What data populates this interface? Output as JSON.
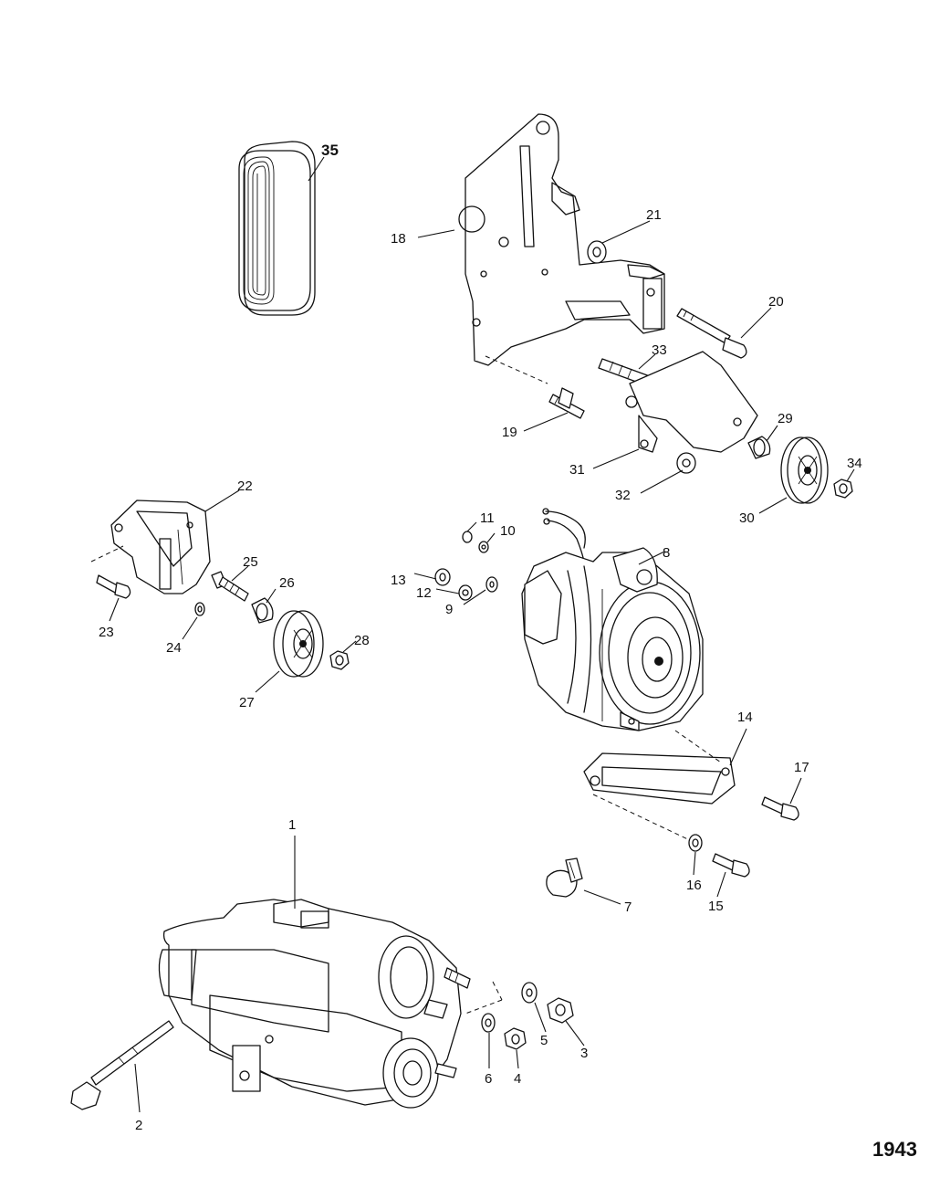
{
  "figure_number": "1943",
  "callouts": {
    "c1": "1",
    "c2": "2",
    "c3": "3",
    "c4": "4",
    "c5": "5",
    "c6": "6",
    "c7": "7",
    "c8": "8",
    "c9": "9",
    "c10": "10",
    "c11": "11",
    "c12": "12",
    "c13": "13",
    "c14": "14",
    "c15": "15",
    "c16": "16",
    "c17": "17",
    "c18": "18",
    "c19": "19",
    "c20": "20",
    "c21": "21",
    "c22": "22",
    "c23": "23",
    "c24": "24",
    "c25": "25",
    "c26": "26",
    "c27": "27",
    "c28": "28",
    "c29": "29",
    "c30": "30",
    "c31": "31",
    "c32": "32",
    "c33": "33",
    "c34": "34",
    "c35": "35"
  }
}
